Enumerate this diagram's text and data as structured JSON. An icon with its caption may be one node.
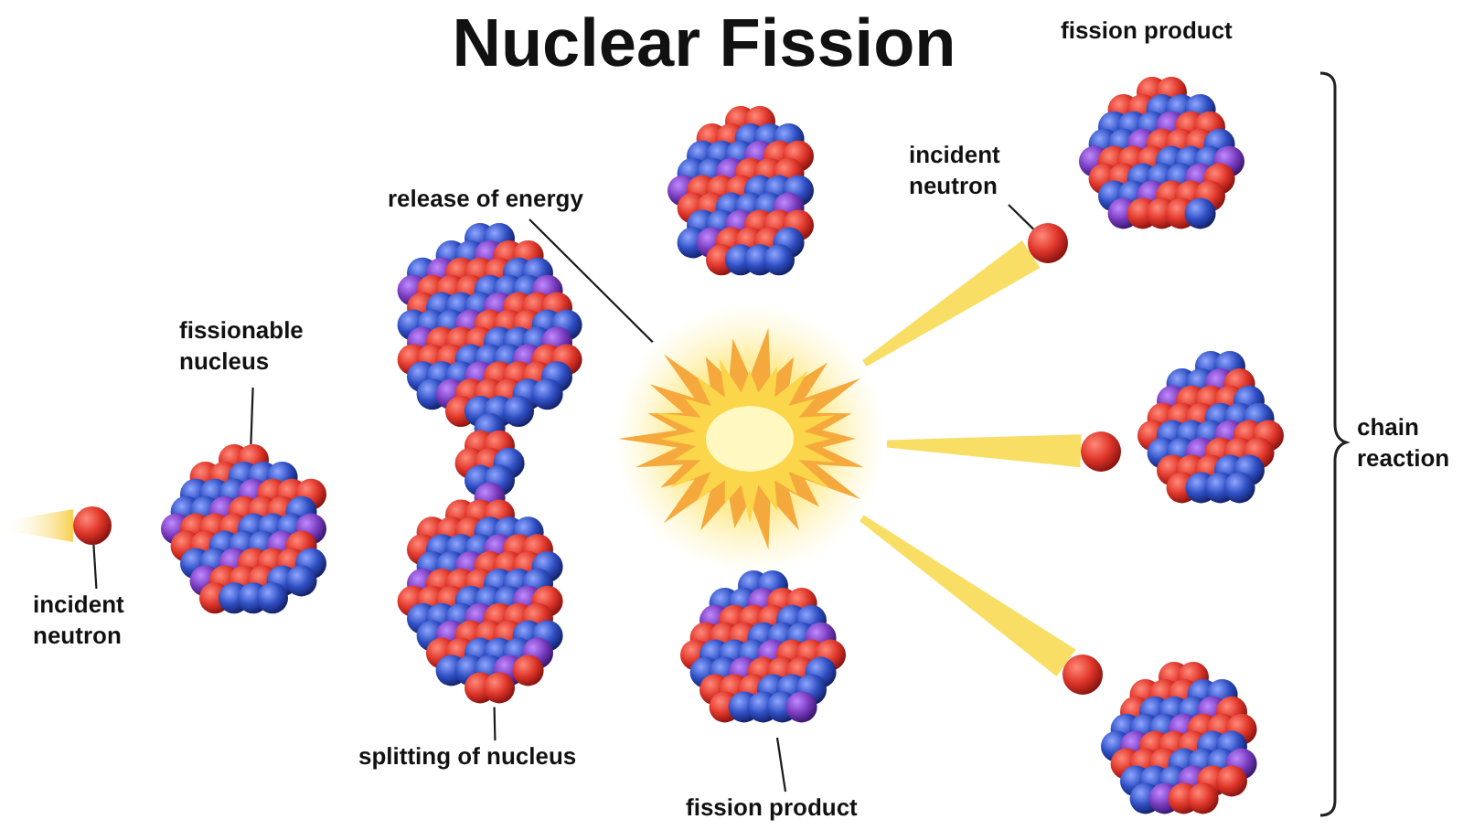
{
  "diagram": {
    "title": "Nuclear Fission",
    "nodes": [
      {
        "text": [
          "fissionable nucleus"
        ]
      },
      {
        "text": [],
        "shape": "picture"
      },
      {
        "text": [],
        "shape": "circle"
      },
      {
        "text": [
          "incident neutron"
        ]
      },
      {
        "text": [],
        "shape": "picture"
      },
      {
        "text": [
          "splitting of nucleus"
        ]
      },
      {
        "text": [
          "release of energy"
        ]
      },
      {
        "text": [],
        "shape": "picture"
      },
      {
        "text": [],
        "shape": "picture"
      },
      {
        "text": [],
        "shape": "picture"
      },
      {
        "text": [
          "fission product"
        ]
      },
      {
        "text": [
          "incident neutron"
        ]
      },
      {
        "text": [],
        "shape": "circle"
      },
      {
        "text": [],
        "shape": "circle"
      },
      {
        "text": [],
        "shape": "circle"
      },
      {
        "text": [],
        "shape": "picture"
      },
      {
        "text": [],
        "shape": "picture"
      },
      {
        "text": [],
        "shape": "picture"
      }
    ],
    "edges": [
      {
        "from": null,
        "to": 2,
        "arrow": "none",
        "style": "thick",
        "color": "#f8d84a"
      },
      {
        "from": 3,
        "to": 2,
        "arrow": "none"
      },
      {
        "from": 0,
        "to": 1,
        "arrow": "none"
      },
      {
        "from": 5,
        "to": 4,
        "arrow": "none"
      },
      {
        "from": 6,
        "to": 7,
        "arrow": "none"
      },
      {
        "from": 10,
        "to": 9,
        "arrow": "none"
      },
      {
        "from": 11,
        "to": 12,
        "arrow": "none"
      },
      {
        "from": 7,
        "to": 12,
        "arrow": "none",
        "style": "thick",
        "color": "#f8d84a"
      },
      {
        "from": 7,
        "to": 13,
        "arrow": "none",
        "style": "thick",
        "color": "#f8d84a"
      },
      {
        "from": 7,
        "to": 14,
        "arrow": "none",
        "style": "thick",
        "color": "#f8d84a"
      }
    ],
    "labels": [
      "fission product",
      "chain reaction"
    ]
  }
}
